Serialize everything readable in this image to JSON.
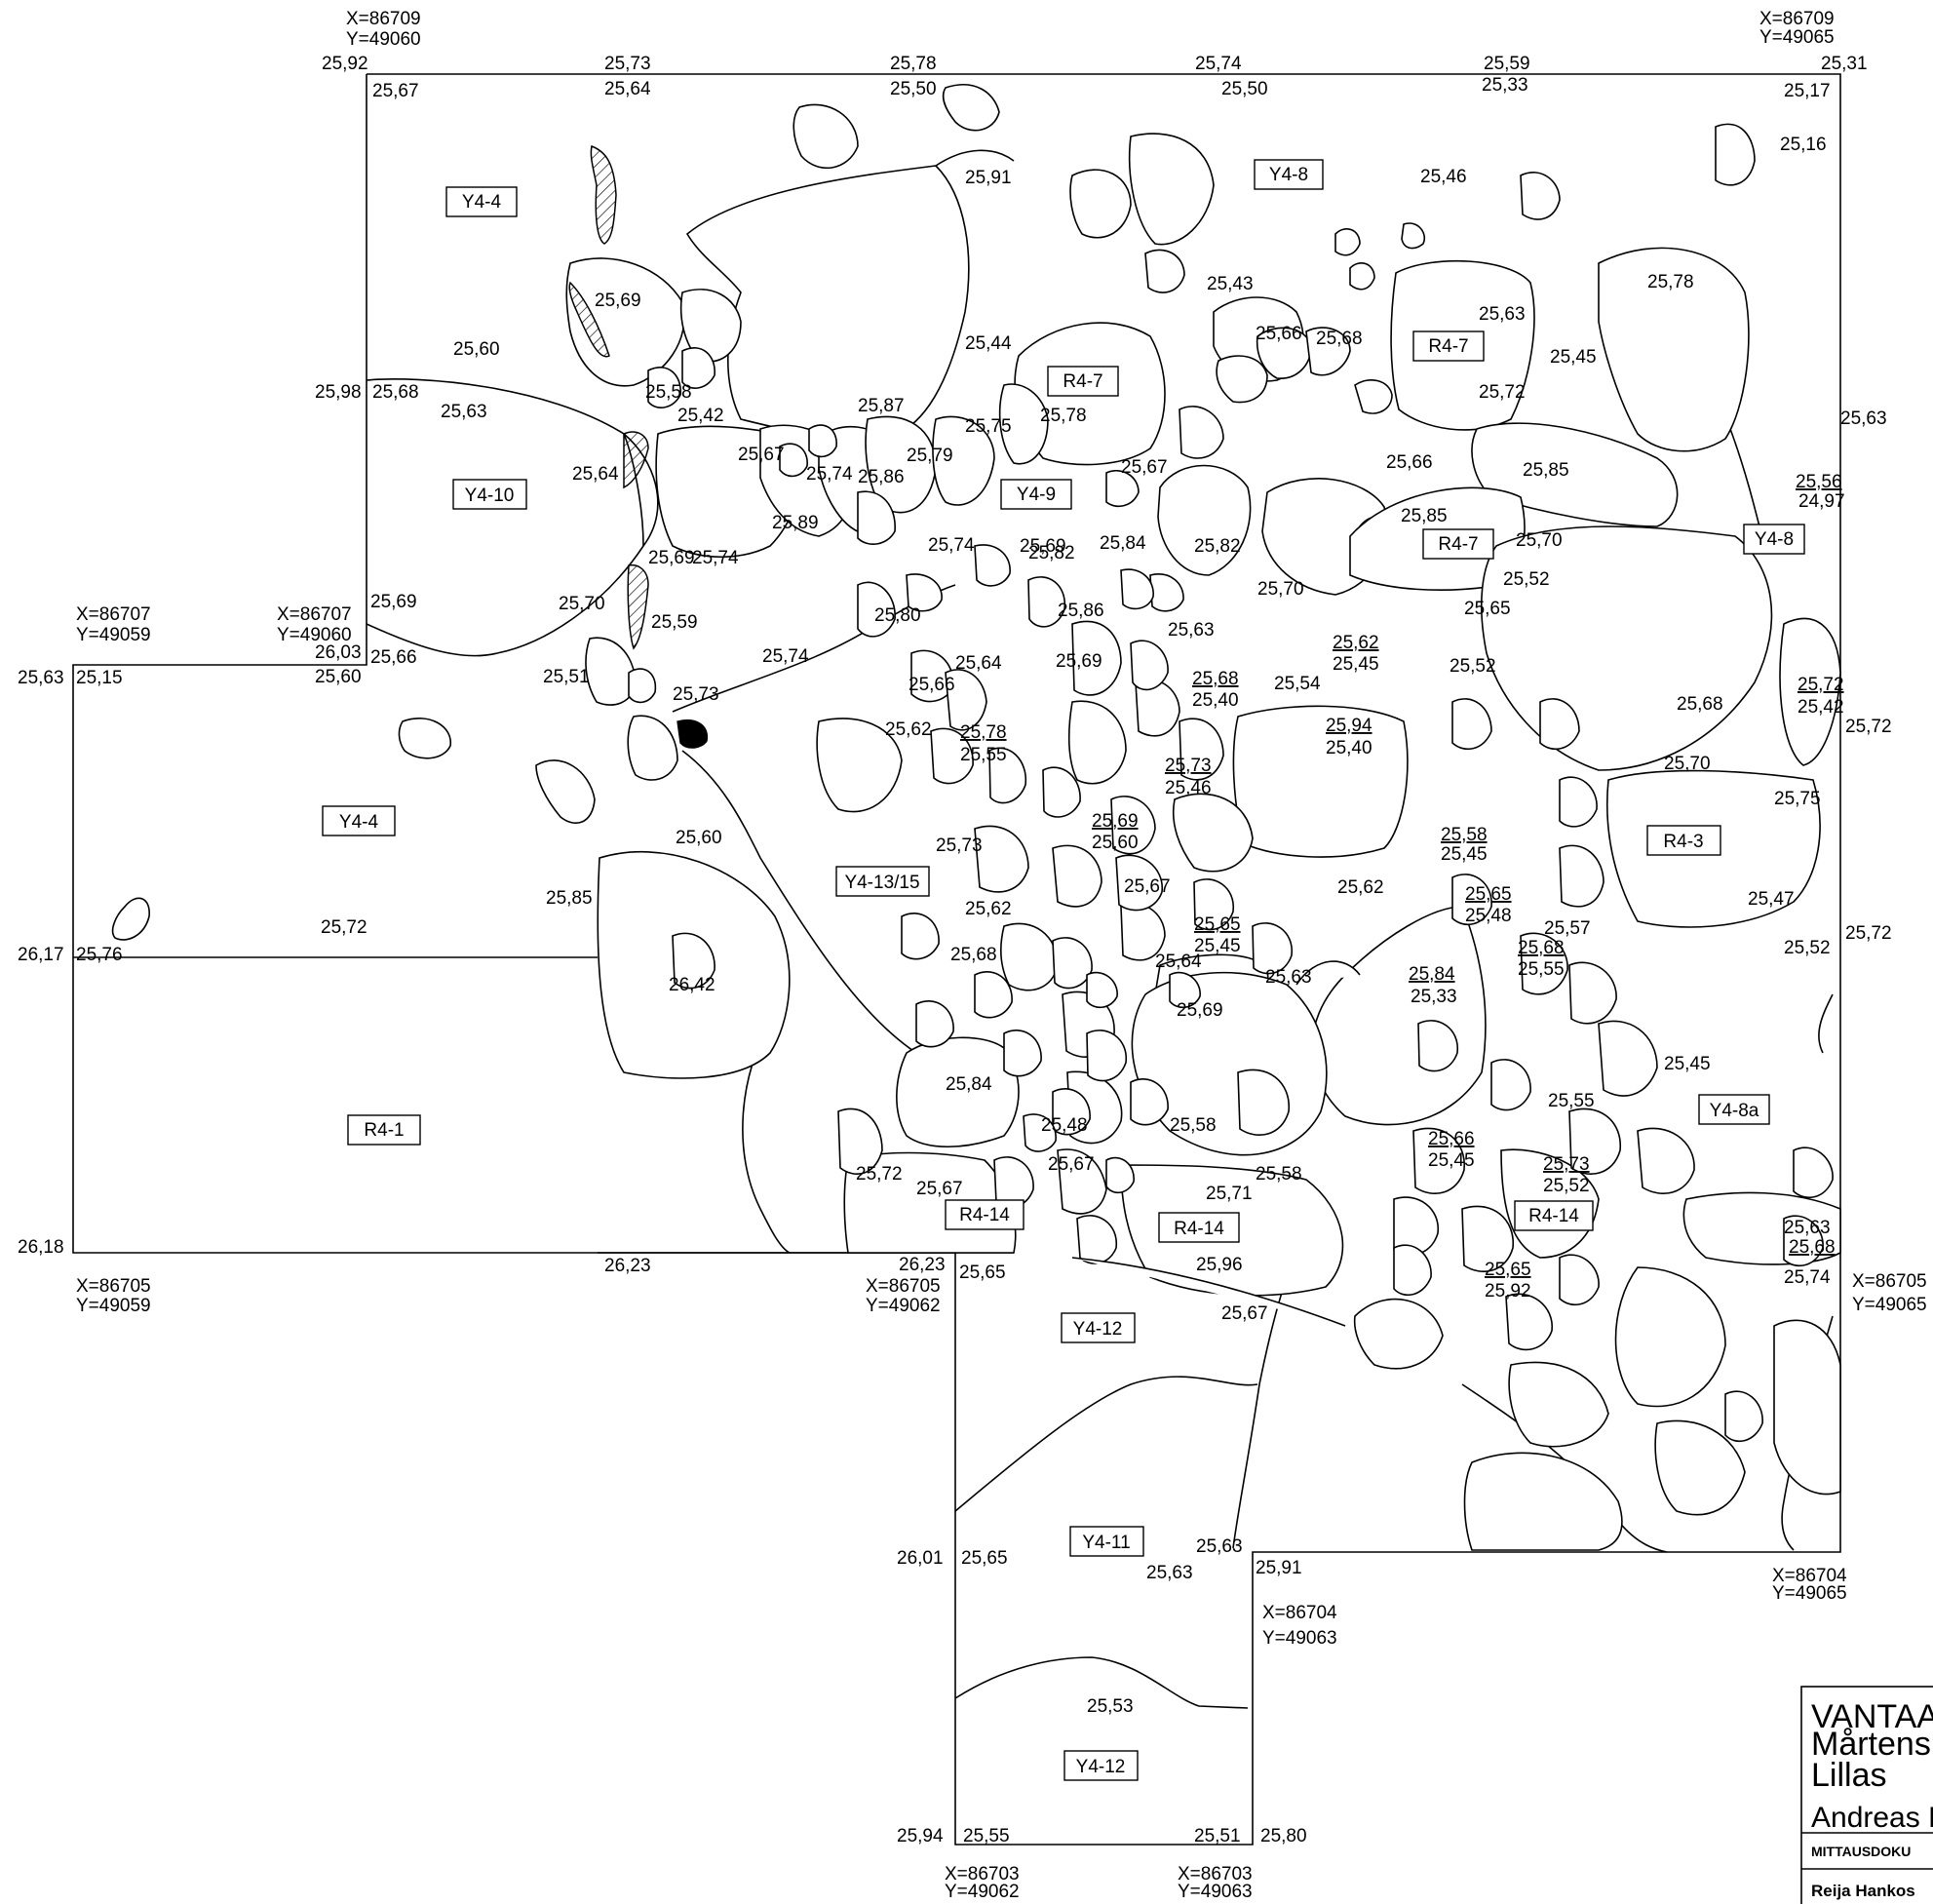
{
  "units": [
    {
      "label": "Y4-4"
    },
    {
      "label": "Y4-8"
    },
    {
      "label": "R4-7"
    },
    {
      "label": "R4-7"
    },
    {
      "label": "Y4-10"
    },
    {
      "label": "Y4-9"
    },
    {
      "label": "R4-7"
    },
    {
      "label": "Y4-8"
    },
    {
      "label": "Y4-4"
    },
    {
      "label": "R4-3"
    },
    {
      "label": "Y4-13/15"
    },
    {
      "label": "Y4-8a"
    },
    {
      "label": "R4-1"
    },
    {
      "label": "R4-14"
    },
    {
      "label": "R4-14"
    },
    {
      "label": "R4-14"
    },
    {
      "label": "Y4-12"
    },
    {
      "label": "Y4-11"
    },
    {
      "label": "Y4-12"
    }
  ],
  "levels": [
    "25,92",
    "25,73",
    "25,78",
    "25,74",
    "25,59",
    "25,31",
    "25,67",
    "25,64",
    "25,50",
    "25,50",
    "25,33",
    "25,17",
    "25,16",
    "25,91",
    "25,46",
    "25,69",
    "25,43",
    "25,78",
    "25,60",
    "25,63",
    "25,98",
    "25,68",
    "25,44",
    "25,66",
    "25,68",
    "25,63",
    "25,58",
    "25,42",
    "25,87",
    "25,78",
    "25,45",
    "25,72",
    "25,63",
    "25,75",
    "25,67",
    "25,79",
    "25,67",
    "25,66",
    "25,85",
    "25,64",
    "25,74",
    "25,86",
    "25,89",
    "25,74",
    "25,69",
    "25,74",
    "25,82",
    "25,84",
    "25,82",
    "25,85",
    "25,70",
    "25,69",
    "25,70",
    "25,52",
    "25,59",
    "25,69",
    "25,80",
    "25,86",
    "25,70",
    "25,65",
    "25,63",
    "26,03",
    "25,66",
    "25,74",
    "25,64",
    "25,69",
    "25,62",
    "25,45",
    "25,52",
    "25,51",
    "25,60",
    "25,73",
    "25,66",
    "25,68",
    "25,40",
    "25,54",
    "25,94",
    "25,40",
    "25,72",
    "25,42",
    "25,68",
    "25,72",
    "25,63",
    "25,15",
    "25,62",
    "25,78",
    "25,55",
    "25,73",
    "25,46",
    "25,70",
    "25,75",
    "25,69",
    "25,60",
    "25,58",
    "25,45",
    "25,73",
    "25,60",
    "25,67",
    "25,62",
    "25,65",
    "25,48",
    "25,85",
    "25,47",
    "25,57",
    "25,62",
    "25,65",
    "25,45",
    "25,68",
    "25,55",
    "25,72",
    "26,17",
    "25,76",
    "25,68",
    "25,64",
    "25,63",
    "25,84",
    "25,33",
    "25,52",
    "25,72",
    "26,42",
    "25,69",
    "25,45",
    "25,84",
    "25,55",
    "25,48",
    "25,58",
    "25,66",
    "25,45",
    "25,73",
    "25,52",
    "25,67",
    "25,72",
    "25,58",
    "25,71",
    "25,67",
    "25,63",
    "25,68",
    "26,18",
    "26,23",
    "26,23",
    "25,65",
    "25,96",
    "25,65",
    "25,92",
    "25,74",
    "25,67",
    "26,01",
    "25,65",
    "25,63",
    "25,63",
    "25,91",
    "25,53",
    "25,94",
    "25,55",
    "25,51",
    "25,80",
    "25,56",
    "24,97"
  ],
  "coords": [
    {
      "x": "X=86709",
      "y": "Y=49060"
    },
    {
      "x": "X=86709",
      "y": "Y=49065"
    },
    {
      "x": "X=86707",
      "y": "Y=49059"
    },
    {
      "x": "X=86707",
      "y": "Y=49060"
    },
    {
      "x": "X=86705",
      "y": "Y=49059"
    },
    {
      "x": "X=86705",
      "y": "Y=49062"
    },
    {
      "x": "X=86705",
      "y": "Y=49065"
    },
    {
      "x": "X=86704",
      "y": "Y=49065"
    },
    {
      "x": "X=86704",
      "y": "Y=49063"
    },
    {
      "x": "X=86703",
      "y": "Y=49062"
    },
    {
      "x": "X=86703",
      "y": "Y=49063"
    }
  ],
  "title_block": {
    "line1": "VANTAA",
    "line2": "Mårtensb",
    "line3": "Lillas",
    "author": "Andreas L",
    "doc_type": "MITTAUSDOKU",
    "name": "Reija Hankos"
  }
}
